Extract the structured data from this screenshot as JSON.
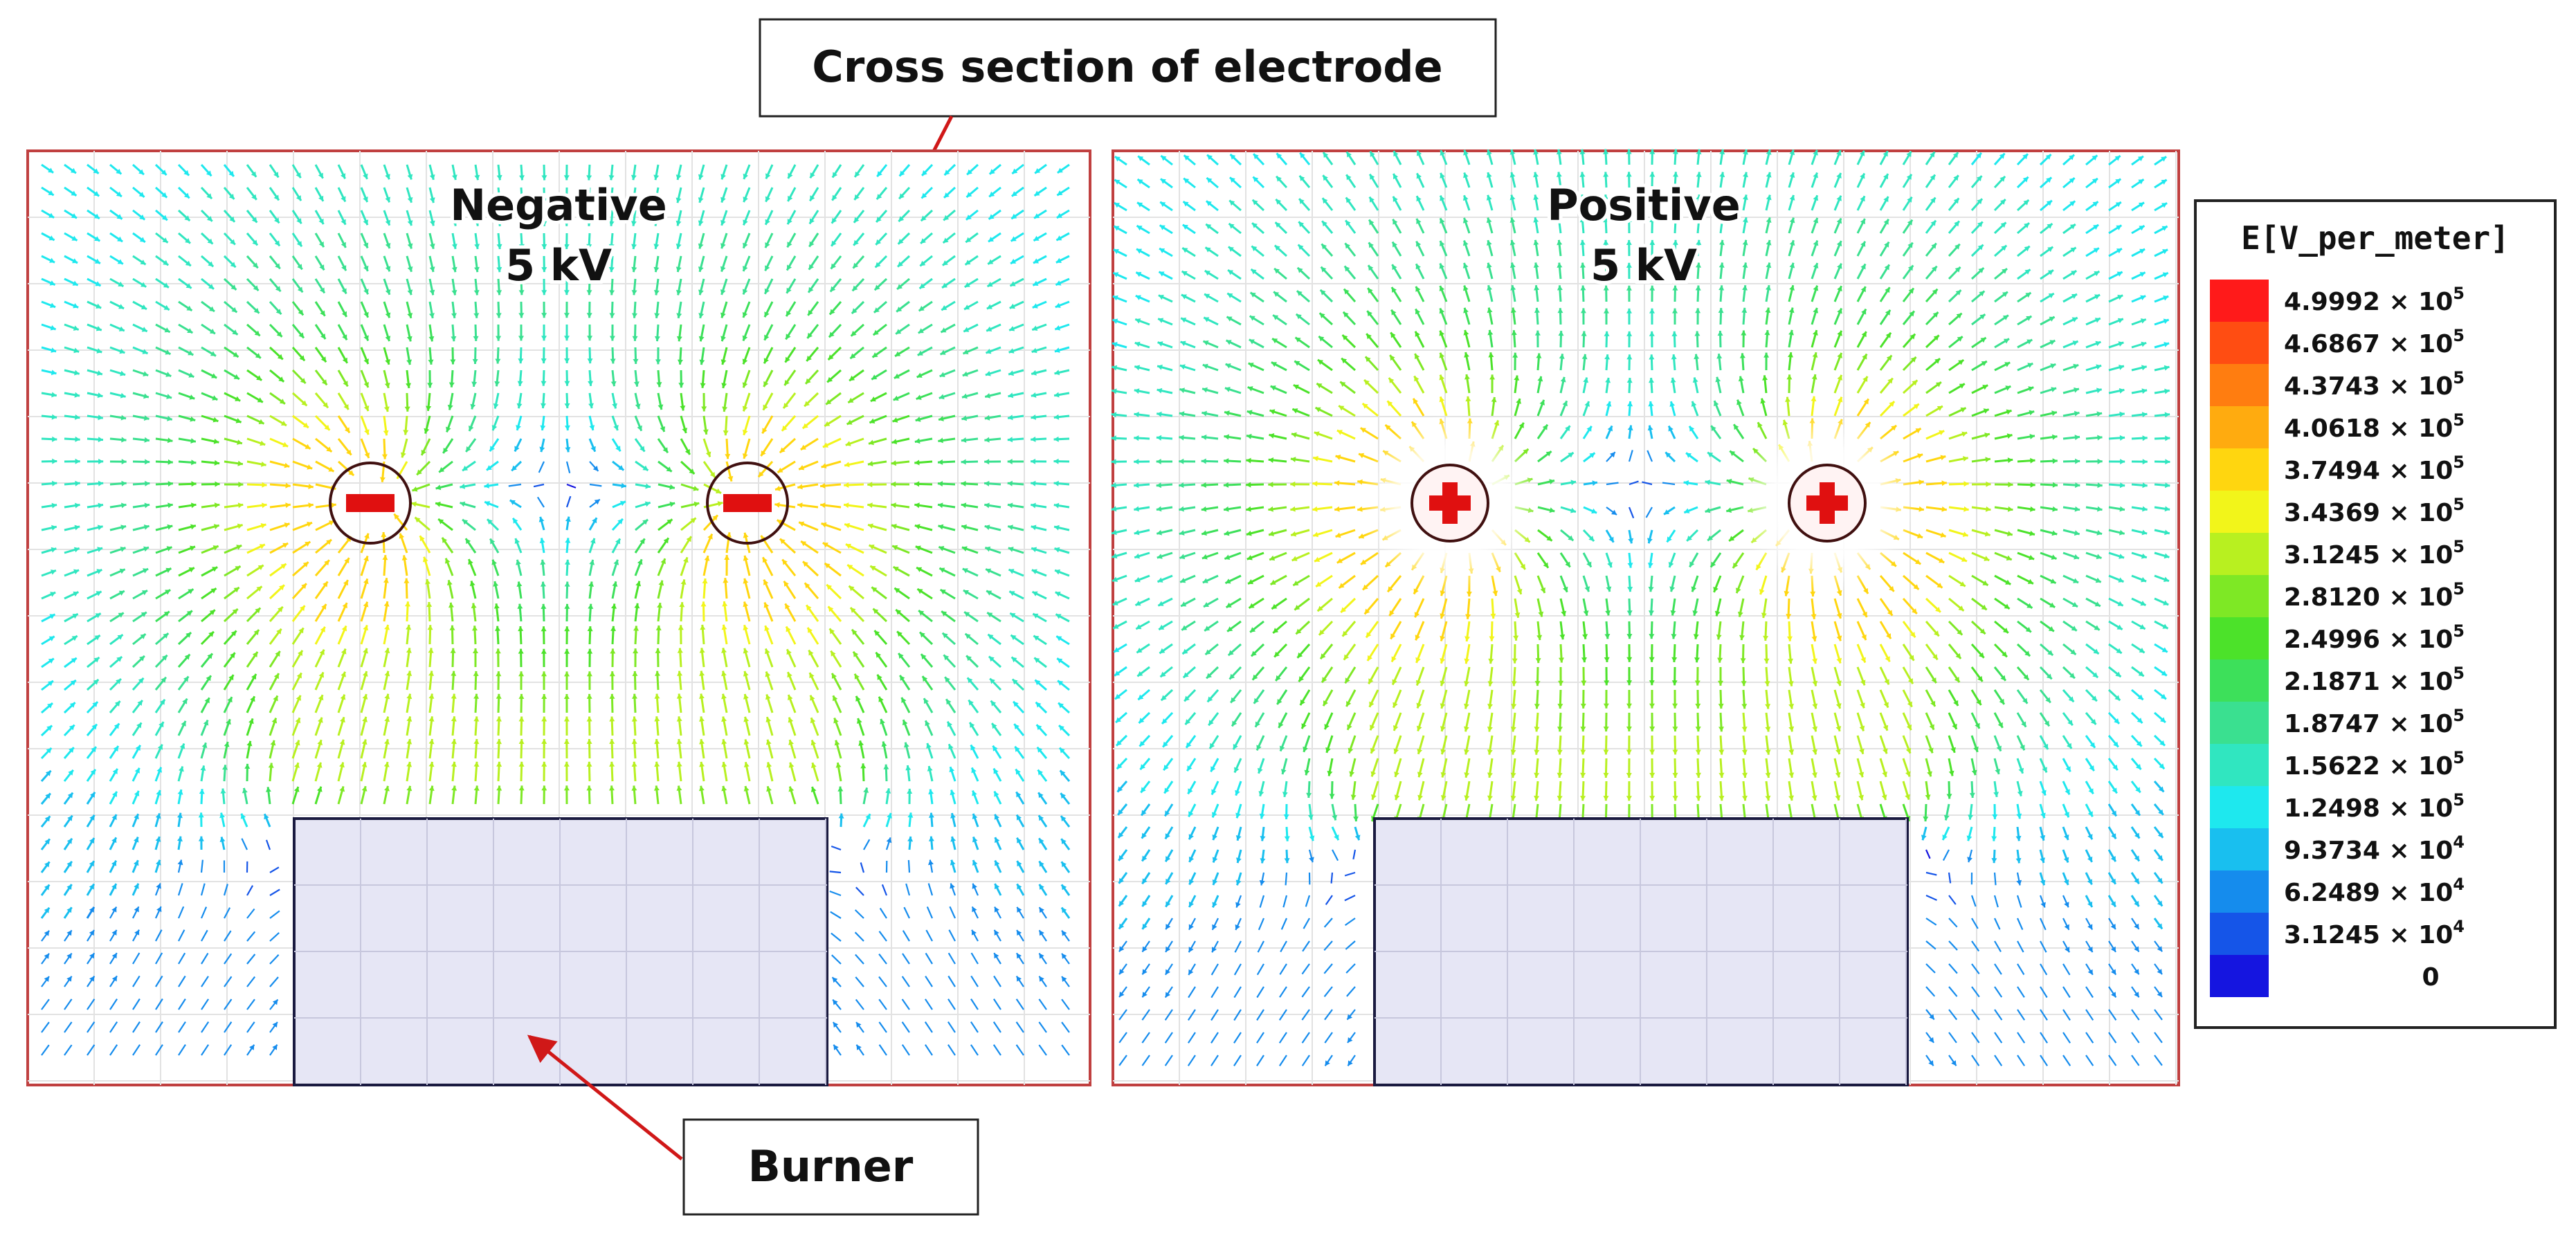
{
  "callouts": {
    "electrode": "Cross section of electrode",
    "burner": "Burner"
  },
  "panels": [
    {
      "id": "negative",
      "title_line1": "Negative",
      "title_line2": "5 kV",
      "polarity": "negative"
    },
    {
      "id": "positive",
      "title_line1": "Positive",
      "title_line2": "5 kV",
      "polarity": "positive"
    }
  ],
  "legend": {
    "title": "E[V_per_meter]",
    "entries": [
      {
        "mantissa": "4.9992",
        "exp": "5",
        "color": "#ff1a1a"
      },
      {
        "mantissa": "4.6867",
        "exp": "5",
        "color": "#ff4d12"
      },
      {
        "mantissa": "4.3743",
        "exp": "5",
        "color": "#ff7d10"
      },
      {
        "mantissa": "4.0618",
        "exp": "5",
        "color": "#ffab0f"
      },
      {
        "mantissa": "3.7494",
        "exp": "5",
        "color": "#ffd60f"
      },
      {
        "mantissa": "3.4369",
        "exp": "5",
        "color": "#f2f51a"
      },
      {
        "mantissa": "3.1245",
        "exp": "5",
        "color": "#b8f020"
      },
      {
        "mantissa": "2.8120",
        "exp": "5",
        "color": "#7ee825"
      },
      {
        "mantissa": "2.4996",
        "exp": "5",
        "color": "#4ce22a"
      },
      {
        "mantissa": "2.1871",
        "exp": "5",
        "color": "#3de05a"
      },
      {
        "mantissa": "1.8747",
        "exp": "5",
        "color": "#3ae090"
      },
      {
        "mantissa": "1.5622",
        "exp": "5",
        "color": "#30e6c0"
      },
      {
        "mantissa": "1.2498",
        "exp": "5",
        "color": "#1ee8ee"
      },
      {
        "mantissa": "9.3734",
        "exp": "4",
        "color": "#19bfef"
      },
      {
        "mantissa": "6.2489",
        "exp": "4",
        "color": "#158ced"
      },
      {
        "mantissa": "3.1245",
        "exp": "4",
        "color": "#1555e8"
      },
      {
        "mantissa": "0",
        "exp": "",
        "color": "#1515e0"
      }
    ]
  },
  "colors": {
    "panel_border": "#c04040",
    "burner_fill": "#e6e6f5",
    "burner_border": "#1a1a40",
    "electrode_mark": "#e01010",
    "arrow_pointer": "#d01818"
  }
}
